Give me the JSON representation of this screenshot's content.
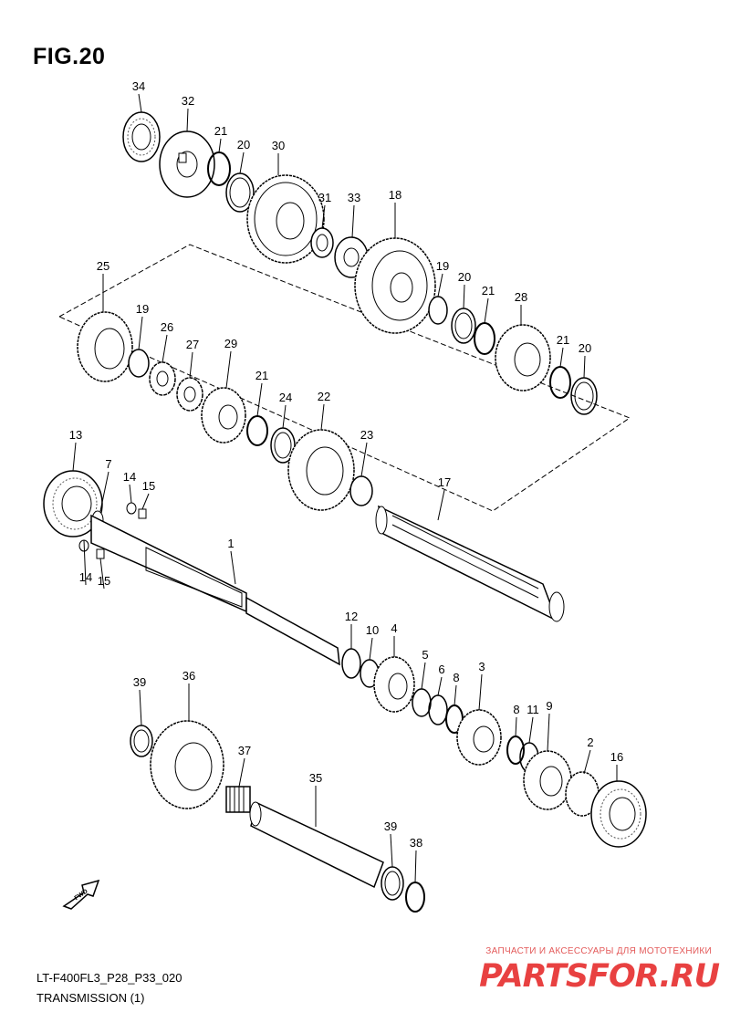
{
  "figure": {
    "title": "FIG.20",
    "model_code": "LT-F400FL3_P28_P33_020",
    "section_name": "TRANSMISSION (1)"
  },
  "watermark": {
    "subtitle": "ЗАПЧАСТИ И АКСЕССУАРЫ ДЛЯ МОТОТЕХНИКИ",
    "logo": "PARTSFOR.RU",
    "color": "#e52020"
  },
  "direction_arrow": {
    "label": "FWD"
  },
  "callouts": [
    "1",
    "2",
    "3",
    "4",
    "5",
    "6",
    "7",
    "8",
    "8",
    "9",
    "10",
    "11",
    "12",
    "13",
    "14",
    "14",
    "15",
    "15",
    "16",
    "17",
    "18",
    "19",
    "19",
    "20",
    "20",
    "20",
    "21",
    "21",
    "21",
    "21",
    "22",
    "23",
    "24",
    "25",
    "26",
    "27",
    "28",
    "29",
    "30",
    "31",
    "32",
    "33",
    "34",
    "35",
    "36",
    "37",
    "38",
    "39",
    "39"
  ]
}
